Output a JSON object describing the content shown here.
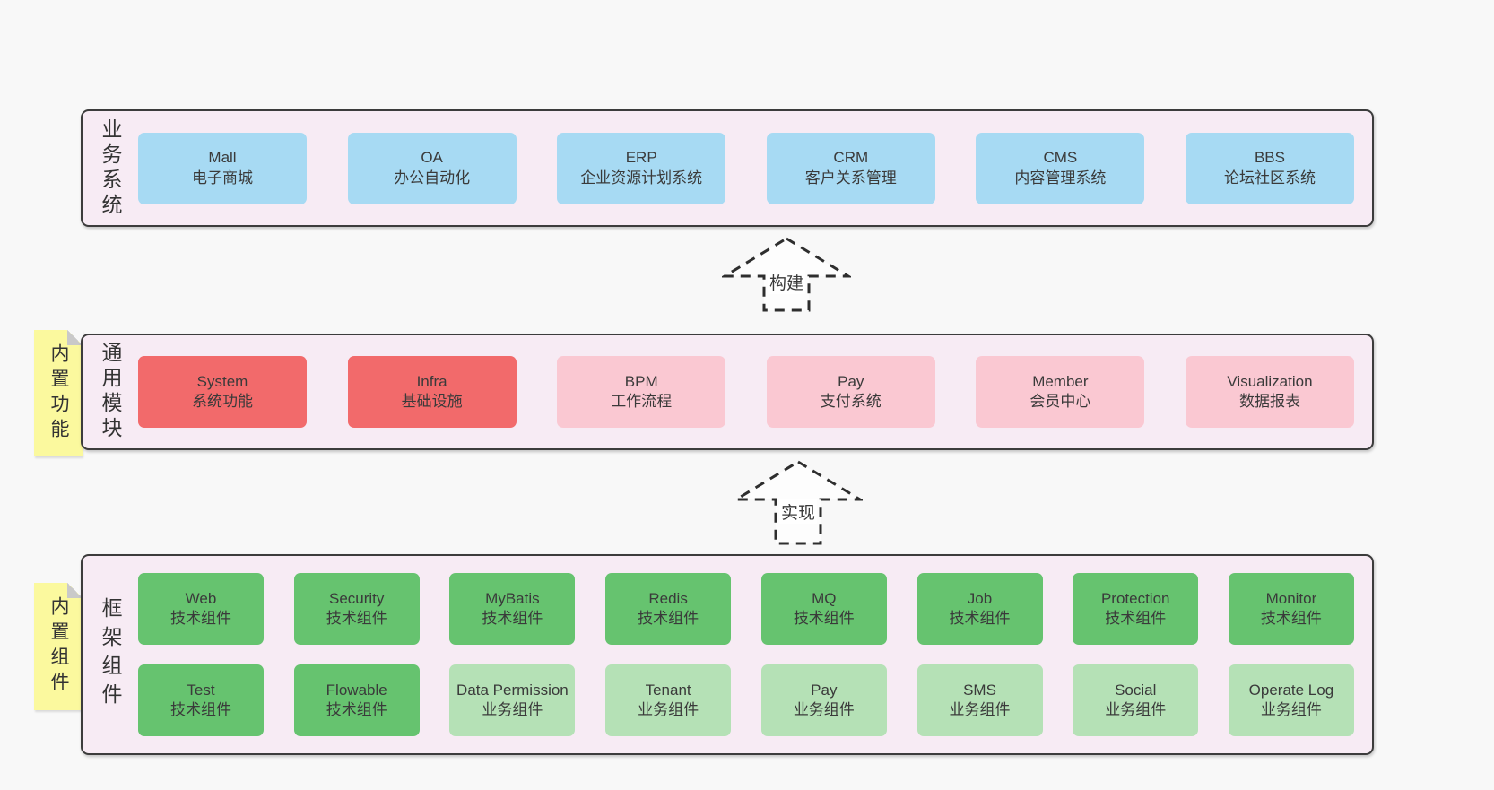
{
  "diagram": {
    "layers": [
      {
        "side_label": "业务系统",
        "boxes": [
          {
            "title": "Mall",
            "subtitle": "电子商城"
          },
          {
            "title": "OA",
            "subtitle": "办公自动化"
          },
          {
            "title": "ERP",
            "subtitle": "企业资源计划系统"
          },
          {
            "title": "CRM",
            "subtitle": "客户关系管理"
          },
          {
            "title": "CMS",
            "subtitle": "内容管理系统"
          },
          {
            "title": "BBS",
            "subtitle": "论坛社区系统"
          }
        ]
      },
      {
        "side_label": "通用模块",
        "note": "内置功能",
        "boxes": [
          {
            "title": "System",
            "subtitle": "系统功能"
          },
          {
            "title": "Infra",
            "subtitle": "基础设施"
          },
          {
            "title": "BPM",
            "subtitle": "工作流程"
          },
          {
            "title": "Pay",
            "subtitle": "支付系统"
          },
          {
            "title": "Member",
            "subtitle": "会员中心"
          },
          {
            "title": "Visualization",
            "subtitle": "数据报表"
          }
        ]
      },
      {
        "side_label": "框架组件",
        "note": "内置组件",
        "row1": [
          {
            "title": "Web",
            "subtitle": "技术组件"
          },
          {
            "title": "Security",
            "subtitle": "技术组件"
          },
          {
            "title": "MyBatis",
            "subtitle": "技术组件"
          },
          {
            "title": "Redis",
            "subtitle": "技术组件"
          },
          {
            "title": "MQ",
            "subtitle": "技术组件"
          },
          {
            "title": "Job",
            "subtitle": "技术组件"
          },
          {
            "title": "Protection",
            "subtitle": "技术组件"
          },
          {
            "title": "Monitor",
            "subtitle": "技术组件"
          }
        ],
        "row2": [
          {
            "title": "Test",
            "subtitle": "技术组件"
          },
          {
            "title": "Flowable",
            "subtitle": "技术组件"
          },
          {
            "title": "Data Permission",
            "subtitle": "业务组件"
          },
          {
            "title": "Tenant",
            "subtitle": "业务组件"
          },
          {
            "title": "Pay",
            "subtitle": "业务组件"
          },
          {
            "title": "SMS",
            "subtitle": "业务组件"
          },
          {
            "title": "Social",
            "subtitle": "业务组件"
          },
          {
            "title": "Operate Log",
            "subtitle": "业务组件"
          }
        ]
      }
    ],
    "arrows": [
      {
        "label": "构建"
      },
      {
        "label": "实现"
      }
    ],
    "colors": {
      "background": "#f8f8f8",
      "container_bg": "#f7ebf4",
      "container_border": "#3c3c3c",
      "blue_box": "#a7daf3",
      "red_box": "#f26a6b",
      "pink_box": "#fac8d2",
      "green_box": "#66c36f",
      "light_green_box": "#b5e1b6",
      "note_yellow": "#fbf99e",
      "note_fold_gray": "#c9c9c9",
      "text": "#3a3a3a"
    }
  }
}
